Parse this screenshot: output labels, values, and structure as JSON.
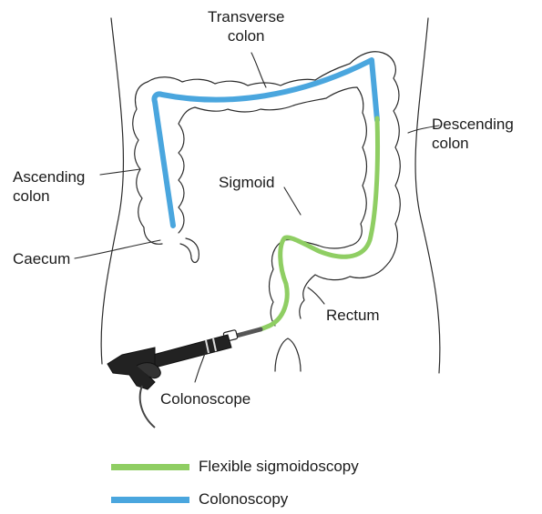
{
  "labels": {
    "transverse": "Transverse\ncolon",
    "descending": "Descending\ncolon",
    "ascending": "Ascending\ncolon",
    "sigmoid": "Sigmoid",
    "caecum": "Caecum",
    "rectum": "Rectum",
    "colonoscope": "Colonoscope"
  },
  "legend": [
    {
      "label": "Flexible sigmoidoscopy",
      "color": "#8fce63"
    },
    {
      "label": "Colonoscopy",
      "color": "#4aa6de"
    }
  ]
}
